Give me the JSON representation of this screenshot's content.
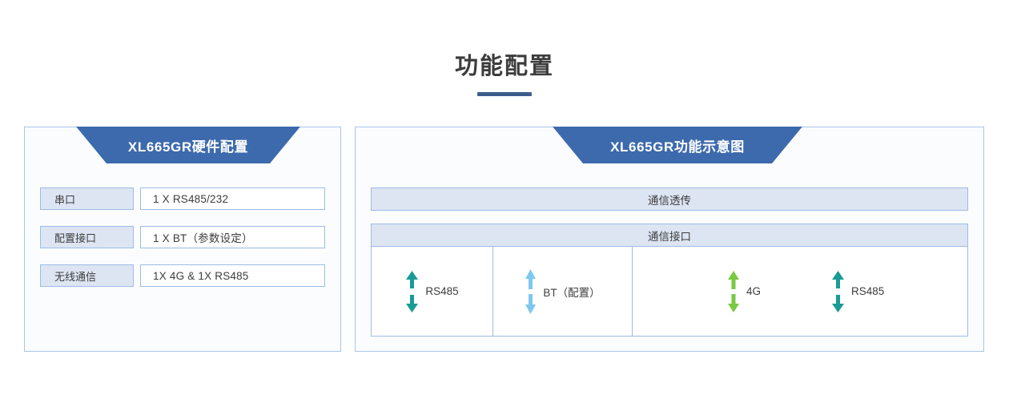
{
  "page": {
    "title": "功能配置"
  },
  "hardware_panel": {
    "banner": "XL665GR硬件配置",
    "rows": [
      {
        "label": "串口",
        "value": "1 X RS485/232"
      },
      {
        "label": "配置接口",
        "value": "1 X BT（参数设定）"
      },
      {
        "label": "无线通信",
        "value": "1X 4G & 1X RS485"
      }
    ]
  },
  "function_panel": {
    "banner": "XL665GR功能示意图",
    "band_transparent": "通信透传",
    "band_interface": "通信接口",
    "cells": [
      {
        "name": "serial-cell",
        "links": [
          {
            "label": "RS485",
            "color": "#1a9b96",
            "icon": "double-arrow-icon"
          }
        ]
      },
      {
        "name": "bluetooth-cell",
        "links": [
          {
            "label": "BT（配置）",
            "color": "#7ec8ef",
            "icon": "double-arrow-icon"
          }
        ]
      },
      {
        "name": "wireless-cell",
        "links": [
          {
            "label": "4G",
            "color": "#7ac943",
            "icon": "double-arrow-icon"
          },
          {
            "label": "RS485",
            "color": "#1a9b96",
            "icon": "double-arrow-icon"
          }
        ]
      }
    ]
  },
  "theme": {
    "banner_blue": "#3d6aac",
    "underline_blue": "#3a5e8c",
    "border_blue": "#9dbbe6",
    "card_border": "#a9c5ea",
    "label_fill": "#dde5f3",
    "teal": "#1a9b96",
    "sky": "#7ec8ef",
    "green": "#7ac943"
  }
}
